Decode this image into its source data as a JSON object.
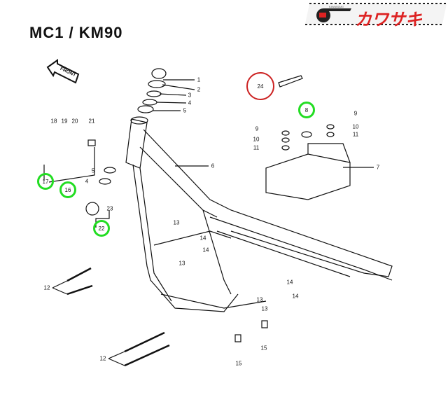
{
  "title": "MC1 / KM90",
  "logo": {
    "text": "カワサキ",
    "small_text": "KAWASAKI",
    "color": "#dd2222"
  },
  "front_arrow": "FRONT",
  "highlight_colors": {
    "green": "#22dd22",
    "red": "#cc2222"
  },
  "callouts": {
    "c1": "1",
    "c2": "2",
    "c3": "3",
    "c4": "4",
    "c5": "5",
    "c6": "6",
    "c7": "7",
    "c8": "8",
    "c9a": "9",
    "c9b": "9",
    "c10a": "10",
    "c10b": "10",
    "c11a": "11",
    "c11b": "11",
    "c12a": "12",
    "c12b": "12",
    "c13a": "13",
    "c13b": "13",
    "c13c": "13",
    "c13d": "13",
    "c14a": "14",
    "c14b": "14",
    "c14c": "14",
    "c14d": "14",
    "c15a": "15",
    "c15b": "15",
    "c16": "16",
    "c17": "17",
    "c18": "18",
    "c19": "19",
    "c20": "20",
    "c21": "21",
    "c22": "22",
    "c23": "23",
    "c24": "24",
    "c4b": "4",
    "c5b": "5"
  }
}
